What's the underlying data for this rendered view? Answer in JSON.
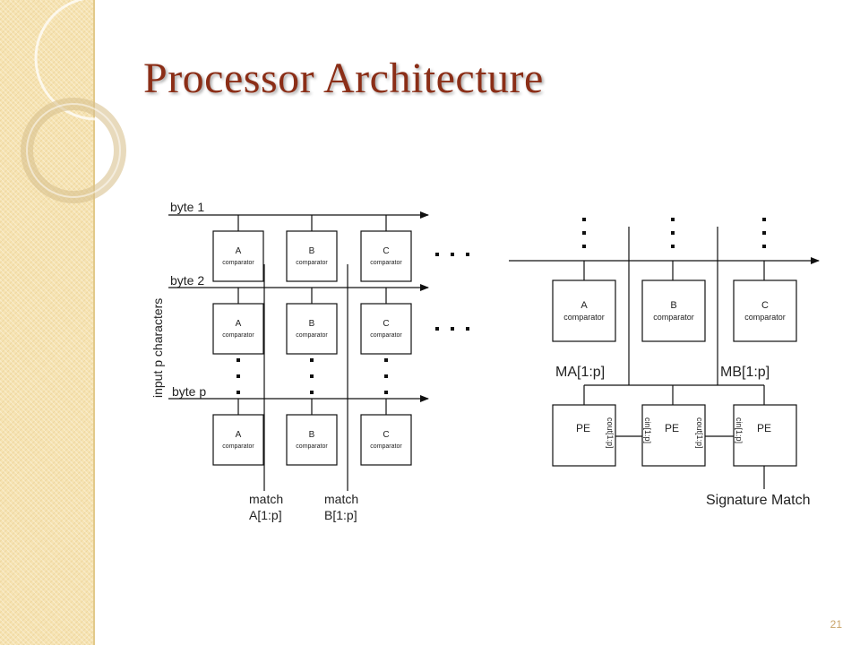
{
  "slide": {
    "title": "Processor Architecture",
    "page_number": "21"
  },
  "left_diagram": {
    "byte_labels": [
      "byte 1",
      "byte 2",
      "byte p"
    ],
    "side_label": "input p characters",
    "comparator_letters": [
      "A",
      "B",
      "C"
    ],
    "comparator_word": "comparator",
    "ellipsis": "· · ·",
    "match_a": [
      "match",
      "A[1:p]"
    ],
    "match_b": [
      "match",
      "B[1:p]"
    ]
  },
  "right_diagram": {
    "comparator_letters": [
      "A",
      "B",
      "C"
    ],
    "comparator_word": "comparator",
    "ma_label": "MA[1:p]",
    "mb_label": "MB[1:p]",
    "pe_label": "PE",
    "cout_label": "cout[1:p]",
    "cin_label": "cin[1:p]",
    "output_label": "Signature Match"
  }
}
